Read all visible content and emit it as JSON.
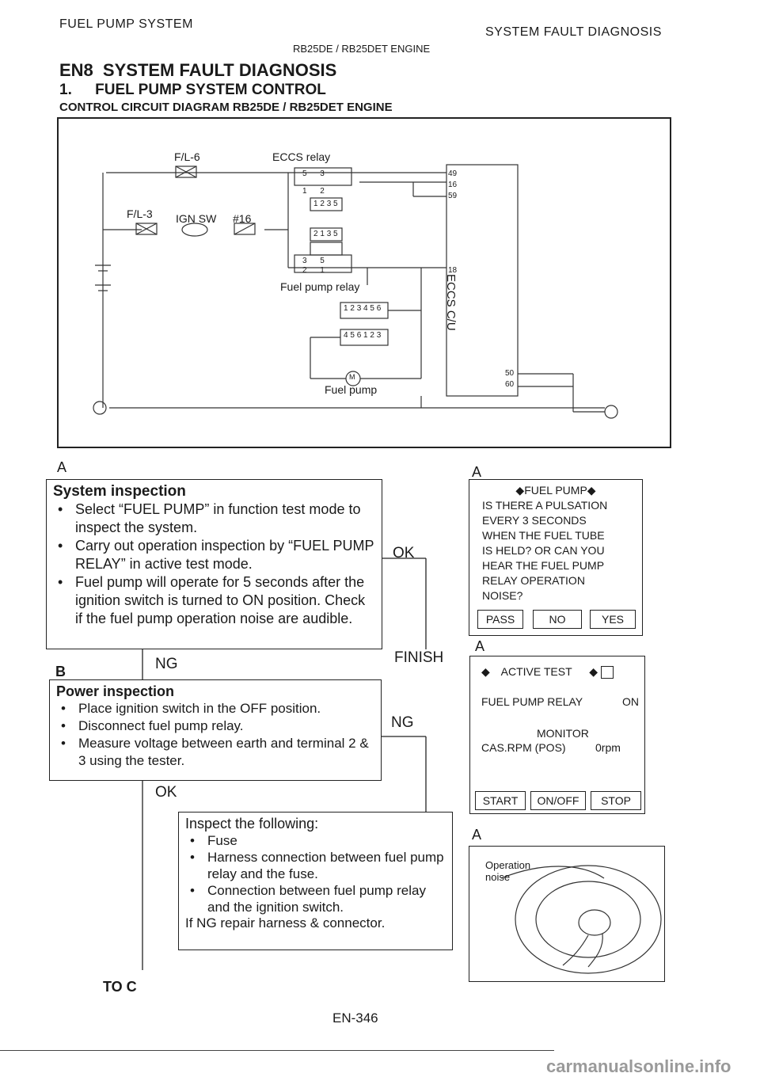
{
  "header": {
    "left": "FUEL PUMP SYSTEM",
    "right": "SYSTEM FAULT DIAGNOSIS",
    "engine": "RB25DE / RB25DET ENGINE"
  },
  "section": {
    "code": "EN8",
    "title": "SYSTEM FAULT DIAGNOSIS",
    "num": "1.",
    "subtitle": "FUEL PUMP SYSTEM CONTROL",
    "diagram_caption": "CONTROL CIRCUIT DIAGRAM RB25DE / RB25DET ENGINE"
  },
  "diagram": {
    "fl6": "F/L-6",
    "ecu_relay": "ECCS relay",
    "fl3": "F/L-3",
    "ign_sw": "IGN SW",
    "fuse16": "#16",
    "fuel_pump_relay": "Fuel pump relay",
    "fuel_pump": "Fuel pump",
    "eccs_cu": "ECCS C/U",
    "pins": [
      "49",
      "16",
      "59",
      "18",
      "50",
      "60"
    ],
    "relay_top": [
      "5",
      "3",
      "1",
      "2"
    ],
    "relay_bottom": [
      "3",
      "5",
      "2",
      "1"
    ],
    "conn_a": [
      "1",
      "2",
      "3",
      "5"
    ],
    "conn_b": [
      "2",
      "1",
      "3",
      "5"
    ],
    "conn_c": [
      "1",
      "2",
      "3",
      "4",
      "5",
      "6"
    ],
    "conn_d": [
      "4",
      "5",
      "6",
      "1",
      "2",
      "3"
    ],
    "motor": "M"
  },
  "flow": {
    "a_left": "A",
    "system_title": "System inspection",
    "system_items": [
      "Select “FUEL PUMP” in function test mode to inspect the system.",
      "Carry out operation inspection by “FUEL PUMP RELAY” in active test mode.",
      "Fuel pump will operate for 5 seconds after the ignition switch is turned to ON position. Check if the fuel pump operation noise are audible."
    ],
    "ok1": "OK",
    "finish": "FINISH",
    "b": "B",
    "ng1": "NG",
    "power_title": "Power inspection",
    "power_items": [
      "Place ignition switch in the OFF position.",
      "Disconnect fuel pump relay.",
      "Measure voltage between earth and terminal 2 & 3 using the tester."
    ],
    "ng2": "NG",
    "ok2": "OK",
    "inspect_title": "Inspect the following:",
    "inspect_items": [
      "Fuse",
      "Harness connection between fuel pump relay and the fuse.",
      "Connection between fuel pump relay and the ignition switch."
    ],
    "inspect_footer": "If NG repair harness & connector.",
    "to_c": "TO C"
  },
  "screen1": {
    "a": "A",
    "title": "◆FUEL PUMP◆",
    "lines": [
      "IS THERE A PULSATION",
      "EVERY 3 SECONDS",
      "WHEN THE FUEL TUBE",
      "IS HELD? OR CAN YOU",
      "HEAR THE FUEL PUMP",
      "RELAY OPERATION",
      "NOISE?"
    ],
    "buttons": [
      "PASS",
      "NO",
      "YES"
    ]
  },
  "screen2": {
    "a": "A",
    "title": "ACTIVE TEST",
    "row1_label": "FUEL PUMP RELAY",
    "row1_value": "ON",
    "monitor": "MONITOR",
    "row2_label": "CAS.RPM (POS)",
    "row2_value": "0rpm",
    "buttons": [
      "START",
      "ON/OFF",
      "STOP"
    ]
  },
  "photo": {
    "a": "A",
    "label": "Operation noise"
  },
  "footer": {
    "page": "EN-346",
    "watermark": "carmanualsonline.info"
  }
}
